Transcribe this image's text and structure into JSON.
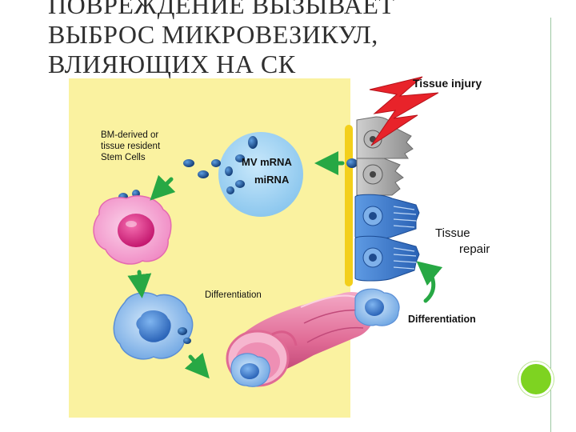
{
  "slide": {
    "title_lines": [
      "ПОВРЕЖДЕНИЕ ВЫЗЫВАЕТ",
      "ВЫБРОС МИКРОВЕЗИКУЛ,",
      "ВЛИЯЮЩИХ НА СК"
    ]
  },
  "diagram": {
    "tissue_injury": "Tissue injury",
    "stem_cells_label": [
      "BM-derived or",
      "tissue resident",
      "Stem Cells"
    ],
    "mv_label": [
      "MV mRNA",
      "miRNA"
    ],
    "differentiation_center": "Differentiation",
    "tissue_repair": [
      "Tissue",
      "repair"
    ],
    "differentiation_right": "Differentiation",
    "colors": {
      "panel_yellow": "#faf2a0",
      "membrane_yellow": "#f3cf1a",
      "arrow_green": "#27a844",
      "vesicle_blue": "#1e5fa8",
      "injury_red": "#e8232a",
      "vessel_pink": "#e06a95",
      "mv_bubble": "#a8d6f2"
    }
  }
}
